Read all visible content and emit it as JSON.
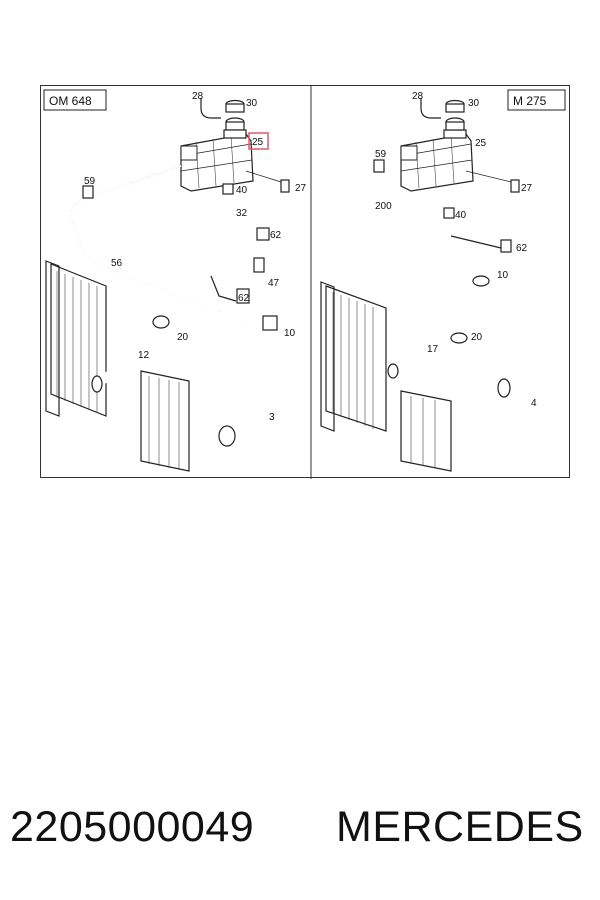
{
  "diagram": {
    "left_panel": {
      "engine_label": "OM 648",
      "highlighted_callout": "25",
      "callouts": [
        "28",
        "30",
        "25",
        "59",
        "27",
        "40",
        "32",
        "62",
        "56",
        "47",
        "62",
        "20",
        "10",
        "12",
        "3"
      ]
    },
    "right_panel": {
      "engine_label": "M 275",
      "callouts": [
        "28",
        "30",
        "25",
        "59",
        "27",
        "200",
        "40",
        "62",
        "10",
        "17",
        "20",
        "4"
      ]
    },
    "highlight_color": "#e05a6a"
  },
  "caption": {
    "part_number": "2205000049",
    "brand": "MERCEDES"
  }
}
